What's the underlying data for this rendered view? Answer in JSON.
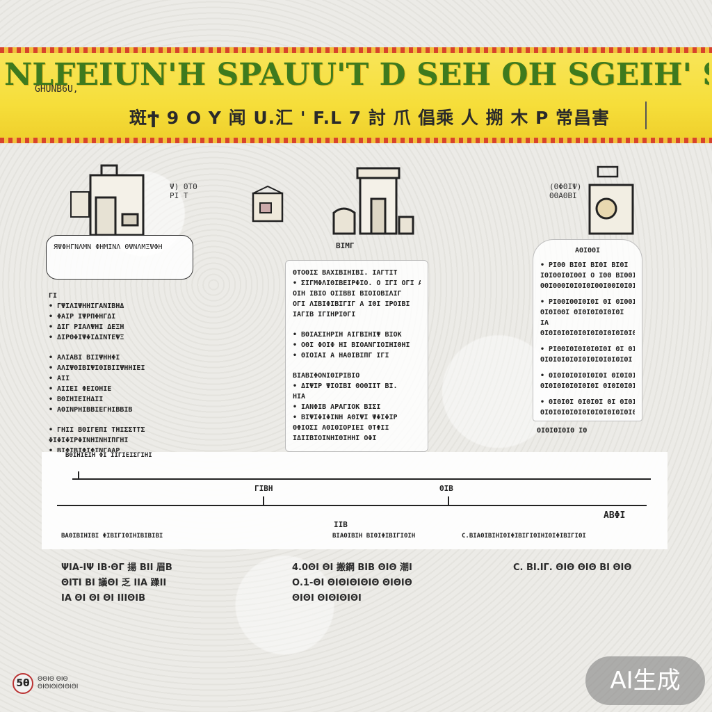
{
  "banner": {
    "title": "NLFEIUN'H SPAUU'T D SEH OH  SGEIH' SE LEU",
    "subtitle": "GHUNB6U,",
    "tagline": "斑Ϯ 9 O Y 闻 U.汇 ' F.L 7 討 爪  倡乘 人 搠 木 P  常昌害"
  },
  "left": {
    "caption": "ЯΨΦΗΓΝΛΜΝ ΦΗΜΙΝΛ ΘΨΝΛΜΞΨΦΗ",
    "scribble": "Ψ) ΘΤΘ\nΡΙ Τ",
    "list": [
      "ΓΙ",
      "• ΓΨΙΛΙΨΗΗΙΓΑΝΙΒΗΔ",
      "• ΦΑΙΡ ΙΨΡΠΦΗΓΔΙ",
      "• ΔΙΓ ΡΙΑΛΨΗΙ ΔΕΞΗ",
      "• ΔΙΡΘΦΙΨΦΙΔΙΝΤΕΨΞ",
      "• ΑΛΙΑΒΙ ΒΙΙΨΗΗΦΙ",
      "• ΑΛΙΨΘΙΒΙΨΙΘΙΒΙΙΨΗΗΙΕΙ",
      "• ΑΙΙ",
      "• ΑΙΙΕΙ ΦΕΙΟΗΙΕ",
      "• ΒΘΙΗΙΕΙΗΔΙΙ",
      "• ΑΘΙΝΡΗΙΒΒΙΕΓΗΙΒΒΙΒ",
      "• ΓΗΙΙ ΒΘΙΓΕΠΙ ΤΗΙΣΣΤΤΣ",
      "  ΦΙΦΙΦΙΡΦΙΝΗΙΝΗΙΠΓΗΙ",
      "• ΒΙΦΙΒΙΦΙΦΙΝΓΑΑΡ"
    ]
  },
  "center": {
    "title": "ΒΙΜΓ",
    "paragraphs": [
      [
        "ΘΤΟΘΙΣ ΒΑΧΙΒΙΗΙΒΙ. ΙΑΓΤΙΤ",
        "• ΣΙΓΜΦΛΙΘΙΒΕΙΡΦΙΟ. Ο ΙΓΙ ΟΓΙ ΑΓΙ",
        "ΟΙΗ ΙΒΙΟ ΟΙΙΒΒΙ ΒΙΟΙΟΒΙΛΙΓ",
        "ΟΓΙ ΛΙΒΙΦΙΒΙΓΙΓ Α ΙΘΙ ΙΡΟΙΒΙ",
        "ΙΑΓΙΒ ΙΓΙΗΡΙΘΓΙ"
      ],
      [
        "• ΒΘΙΑΣΙΗΡΙΗ ΑΙΓΒΙΗΙΨ ΒΙΟΚ",
        "• ΟΘΙ ΦΟΙΦ ΗΙ ΒΙΟΑΝΓΙΟΙΗΙΘΗΙ",
        "• ΘΙΟΙΑΙ Α ΗΑΘΙΒΙΠΓ ΙΓΙ"
      ],
      [
        "ΒΙΑΒΙΦΟΝΙΘΙΡΙΒΙΟ",
        "• ΔΙΨΙΡ ΨΙΟΙΒΙ ΘΟΘΙΙΤ ΒΙ.",
        "ΗΙΑ",
        "• ΙΑΝΦΙΒ ΑΡΑΓΙΟΚ ΒΙΣΙ",
        "• ΒΙΨΙΦΙΦΙΝΗ ΑΘΙΨΙ ΨΦΙΦΙΡ",
        "  ΘΦΙΟΣΙ ΑΘΙΘΙΟΡΙΕΙ ΘΤΦΙΙ",
        "ΙΔΙΙΒΙΟΙΝΗΙΘΙΗΗΙ ΟΦΙ"
      ]
    ]
  },
  "right": {
    "scribble": "(ΘΦΘΙΨ)\nΘΘΑΘΒΙ",
    "title": "ΑΘΙΘΘΙ",
    "list": [
      "• ΡΙΘΘ ΒΙΘΙ ΒΙΘΙ ΒΙΘΙ",
      "  ΙΘΙΘΘΙΘΙΘΘΙ Ο ΙΘΘ ΒΙΘΘΙ",
      "  ΘΘΙΘΘΘΙΘΙΘΙΘΙΘΘΙΘΘΙΘΙΘΙΘΙΘΙ",
      "",
      "• ΡΙΘΘΙΘΘΙΘΙΘΙ ΘΙ ΘΙΘΘΙΘΙΘ",
      "  ΘΙΘΙΘΘΙ ΘΙΘΙΘΙΘΙΘΙΘΙ",
      "ΙΑ",
      "  ΘΙΘΙΘΙΘΙΘΙΘΙΘΙΘΙΘΙΘΙΘΙΘ",
      "",
      "• ΡΙΘΘΙΘΙΘΙΘΙΘΙΘΙ ΘΙ ΘΙΘΙΘΙ",
      "  ΘΙΘΙΘΙΘΙΘΙΘΙΘΙΘΙΘΙΘΙΘΙ",
      "",
      "• ΘΙΘΙΘΙΘΙΘΙΘΙΘΙ ΘΙΘΙΘΙΘΙΘΙ",
      "  ΘΙΘΙΘΙΘΙΘΙΘΙΘΙ ΘΙΘΙΘΙΘΙΘΙ",
      "",
      "• ΘΙΘΙΘΙ ΘΙΘΙΘΙ ΘΙ ΘΙΘΙΘΙΘΙΘ",
      "  ΘΙΘΙΘΙΘΙΘΙΘΙΘΙΘΙΘΙΘΙΘΙΘΙΘ",
      "  ΘΙΘΙΘΙΘΙΘ ΙΘ"
    ]
  },
  "timeline": {
    "top_left": "ΒΘΙΗΙΕΙΗ ΦΙ ΙΙΓΙΕΙΣΓΙΗΙ",
    "mark1": "ΓΙΒΗ",
    "mark2": "ΘΙΒ",
    "mark3": "ΙΙΒ",
    "left_label": "ΒΑΘΙΒΙΗΙΒΙ ΦΙΒΙΓΙΘΙΗΙΒΙΒΙΒΙ",
    "mid_label": "ΒΙΑΘΙΒΙΗ ΒΙΘΙΦΙΒΙΓΙΘΙΗ",
    "right_label": "C.ΒΙΑΘΙΒΙΗΙΘΙΦΙΒΙΓΙΘΙΗΙΘΙΦΙΒΙΓΙΘΙ",
    "right_head": "ΑΒΦΙ"
  },
  "bottom": {
    "left": [
      "ΨΙΑ-ΙΨ ΙΒ·ΘΓ 揚 ΒΙΙ 眉Β",
      "ΘΙΤΙ ΒΙ 議ΘΙ 乏 ΙΙΑ 躁ΙΙ",
      "ΙΑ ΘΙ ΘΙ ΘΙ ΙΙΙΘΙΒ"
    ],
    "center": [
      "4.0ΘΙ ΘΙ 搬鋼 ΒΙΒ ΘΙΘ 潮Ι",
      "Ο.1-ΘΙ ΘΙΘΙΘΙΘΙΘ ΘΙΘΙΘ",
      "ΘΙΘΙ ΘΙΘΙΘΙΘΙ"
    ],
    "right": [
      "C. ΒΙ.ΙΓ. ΘΙΘ ΘΙΘ ΒΙ ΘΙΘ"
    ]
  },
  "footer": {
    "logo": "5θ",
    "logo_text": "ΘΘΙΘ ΘΙΘ\nΘΙΘΙΘΙΘΙΘΙΘΙ",
    "ai_badge": "AI生成"
  }
}
